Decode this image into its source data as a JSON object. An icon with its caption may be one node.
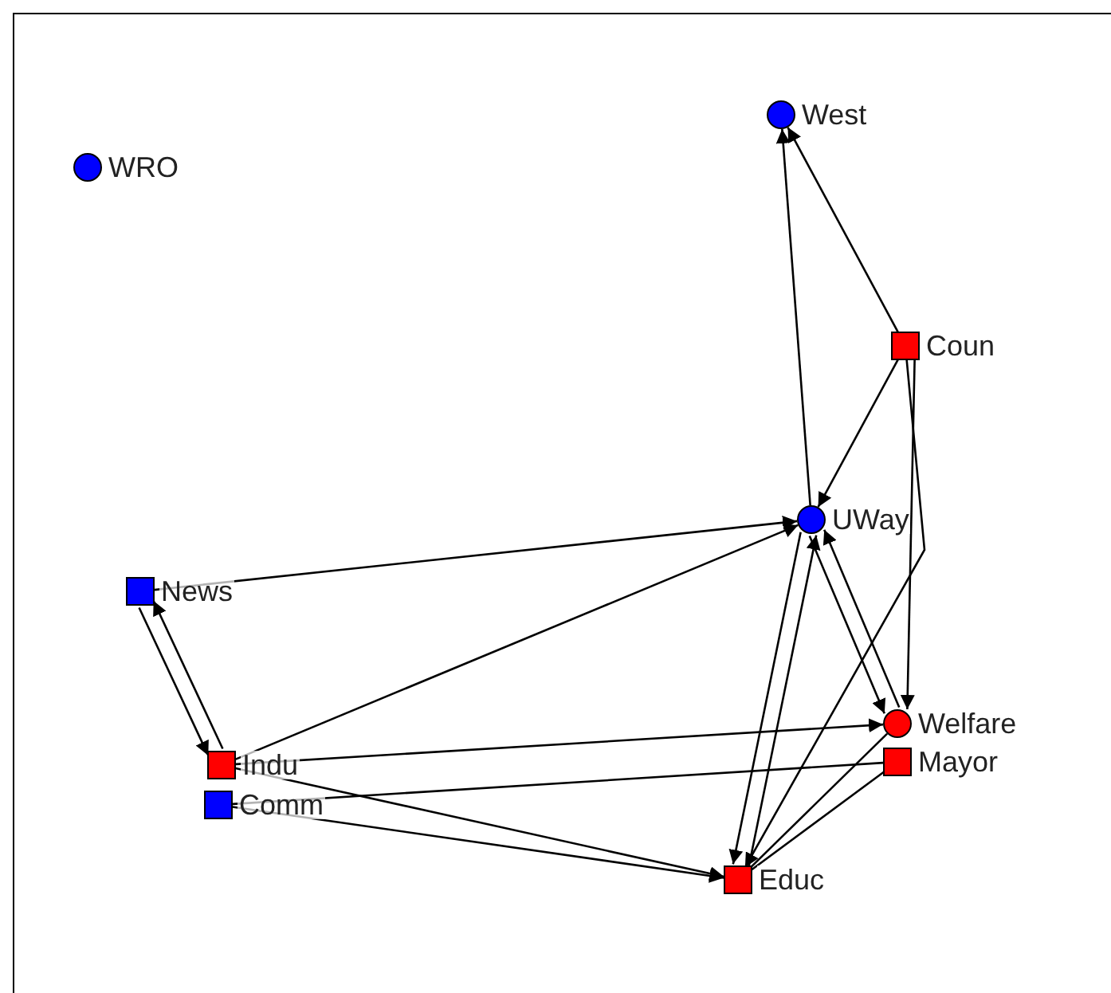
{
  "diagram": {
    "nodes": [
      {
        "text": [
          "WRO"
        ]
      },
      {
        "text": [
          "West"
        ]
      },
      {
        "text": [
          "Coun"
        ]
      },
      {
        "text": [
          "UWay"
        ]
      },
      {
        "text": [
          "News"
        ]
      },
      {
        "text": [
          "Welfare"
        ]
      },
      {
        "text": [
          "Indu"
        ]
      },
      {
        "text": [
          "Mayor"
        ]
      },
      {
        "text": [
          "Comm"
        ]
      },
      {
        "text": [
          "Educ"
        ]
      }
    ],
    "edges": [
      {
        "from": 3,
        "to": 1,
        "arrow": "to"
      },
      {
        "from": 2,
        "to": 1,
        "arrow": "to"
      },
      {
        "from": 2,
        "to": 3,
        "arrow": "to"
      },
      {
        "from": 2,
        "to": 9,
        "arrow": "to"
      },
      {
        "from": 2,
        "to": 5,
        "arrow": "to"
      },
      {
        "from": 4,
        "to": 3,
        "arrow": "to"
      },
      {
        "from": 6,
        "to": 3,
        "arrow": "to"
      },
      {
        "from": 6,
        "to": 4,
        "arrow": "to"
      },
      {
        "from": 4,
        "to": 6,
        "arrow": "to"
      },
      {
        "from": 6,
        "to": 5,
        "arrow": "to"
      },
      {
        "from": 6,
        "to": 9,
        "arrow": "to"
      },
      {
        "from": 8,
        "to": 9,
        "arrow": "to"
      },
      {
        "from": 8,
        "to": 7,
        "arrow": "none"
      },
      {
        "from": 9,
        "to": 3,
        "arrow": "to"
      },
      {
        "from": 3,
        "to": 9,
        "arrow": "to"
      },
      {
        "from": 3,
        "to": 5,
        "arrow": "to"
      },
      {
        "from": 5,
        "to": 3,
        "arrow": "to"
      },
      {
        "from": 7,
        "to": 9,
        "arrow": "none"
      },
      {
        "from": 5,
        "to": 9,
        "arrow": "none"
      }
    ]
  }
}
